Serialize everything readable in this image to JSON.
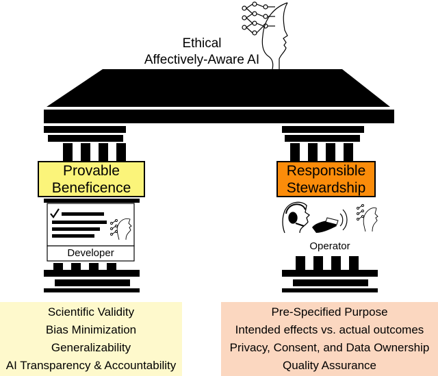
{
  "title": {
    "line1": "Ethical",
    "line2": "Affectively-Aware AI"
  },
  "pillars": {
    "left": {
      "label_line1": "Provable",
      "label_line2": "Beneficence",
      "color": "#fbf47a",
      "actor": "Developer",
      "principles": [
        "Scientific Validity",
        "Bias Minimization",
        "Generalizability",
        "AI Transparency & Accountability"
      ],
      "panel_color": "#fef9cc"
    },
    "right": {
      "label_line1": "Responsible",
      "label_line2": "Stewardship",
      "color": "#fb8c0a",
      "actor": "Operator",
      "principles": [
        "Pre-Specified Purpose",
        "Intended effects vs. actual outcomes",
        "Privacy, Consent, and Data Ownership",
        "Quality Assurance"
      ],
      "panel_color": "#fbd7c0"
    }
  },
  "icons": {
    "top": "ai-head-network-icon",
    "developer": "document-checklist-icon",
    "operator": "operator-headset-icon"
  }
}
